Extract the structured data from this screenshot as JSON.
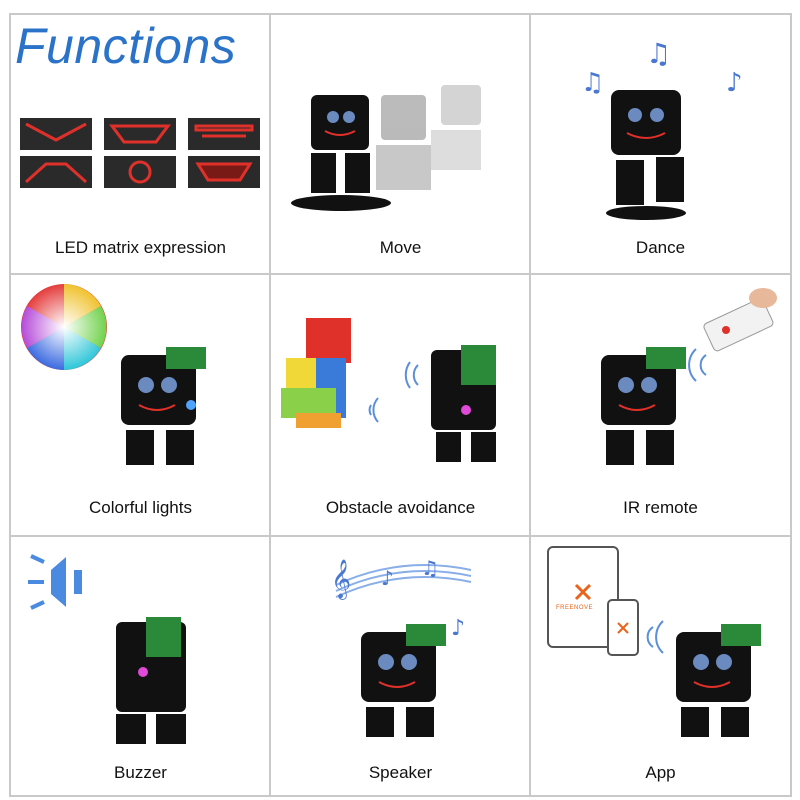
{
  "title": "Functions",
  "cells": [
    {
      "caption": "LED matrix expression"
    },
    {
      "caption": "Move"
    },
    {
      "caption": "Dance"
    },
    {
      "caption": "Colorful lights"
    },
    {
      "caption": "Obstacle avoidance"
    },
    {
      "caption": "IR remote"
    },
    {
      "caption": "Buzzer"
    },
    {
      "caption": "Speaker"
    },
    {
      "caption": "App"
    }
  ],
  "app_logo_text": "FREENOVE",
  "colors": {
    "accent": "#2a73c9",
    "led": "#e0302a",
    "grid": "#c9c9c9",
    "wave": "#5b8fd9"
  }
}
